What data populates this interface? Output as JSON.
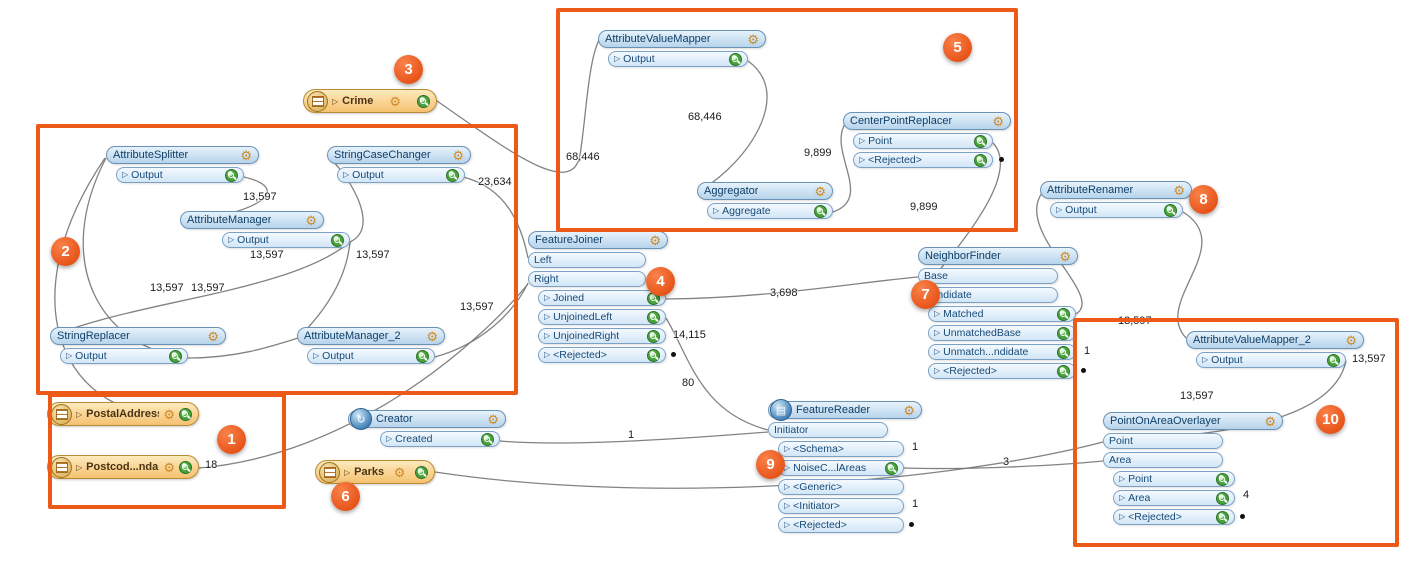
{
  "app": {
    "name": "FME Workbench workflow canvas"
  },
  "colors": {
    "annotation_orange": "#ed5a17",
    "node_blue": "#b7d4ec",
    "reader_orange": "#f5c170",
    "magnifier_green": "#49a33c",
    "gear_orange": "#cf8a28"
  },
  "badges": [
    "1",
    "2",
    "3",
    "4",
    "5",
    "6",
    "7",
    "8",
    "9",
    "10"
  ],
  "nodes": {
    "crime": {
      "title": "Crime"
    },
    "attribute_splitter": {
      "title": "AttributeSplitter",
      "ports": [
        "Output"
      ]
    },
    "string_case_changer": {
      "title": "StringCaseChanger",
      "ports": [
        "Output"
      ]
    },
    "attribute_manager": {
      "title": "AttributeManager",
      "ports": [
        "Output"
      ]
    },
    "string_replacer": {
      "title": "StringReplacer",
      "ports": [
        "Output"
      ]
    },
    "attribute_manager_2": {
      "title": "AttributeManager_2",
      "ports": [
        "Output"
      ]
    },
    "postal_address": {
      "title": "PostalAddress"
    },
    "postcode_boundaries": {
      "title": "Postcod...ndaries"
    },
    "creator": {
      "title": "Creator",
      "ports": [
        "Created"
      ]
    },
    "parks": {
      "title": "Parks"
    },
    "feature_joiner": {
      "title": "FeatureJoiner",
      "ports": [
        "Left",
        "Right",
        "Joined",
        "UnjoinedLeft",
        "UnjoinedRight",
        "<Rejected>"
      ]
    },
    "attribute_value_mapper": {
      "title": "AttributeValueMapper",
      "ports": [
        "Output"
      ]
    },
    "aggregator": {
      "title": "Aggregator",
      "ports": [
        "Aggregate"
      ]
    },
    "center_point_replacer": {
      "title": "CenterPointReplacer",
      "ports": [
        "Point",
        "<Rejected>"
      ]
    },
    "neighbor_finder": {
      "title": "NeighborFinder",
      "ports": [
        "Base",
        "Candidate",
        "Matched",
        "UnmatchedBase",
        "Unmatch...ndidate",
        "<Rejected>"
      ]
    },
    "attribute_renamer": {
      "title": "AttributeRenamer",
      "ports": [
        "Output"
      ]
    },
    "attribute_value_mapper_2": {
      "title": "AttributeValueMapper_2",
      "ports": [
        "Output"
      ]
    },
    "point_on_area_overlayer": {
      "title": "PointOnAreaOverlayer",
      "ports": [
        "Point",
        "Area",
        "Point",
        "Area",
        "<Rejected>"
      ]
    },
    "feature_reader": {
      "title": "FeatureReader",
      "ports": [
        "Initiator",
        "<Schema>",
        "NoiseC...lAreas",
        "<Generic>",
        "<Initiator>",
        "<Rejected>"
      ]
    }
  },
  "labels": [
    {
      "text": "23,634"
    },
    {
      "text": "13,597"
    },
    {
      "text": "13,597"
    },
    {
      "text": "13,597"
    },
    {
      "text": "13,597"
    },
    {
      "text": "13,597"
    },
    {
      "text": "13,597"
    },
    {
      "text": "68,446"
    },
    {
      "text": "68,446"
    },
    {
      "text": "9,899"
    },
    {
      "text": "9,899"
    },
    {
      "text": "3,698"
    },
    {
      "text": "14,115"
    },
    {
      "text": "80"
    },
    {
      "text": "1"
    },
    {
      "text": "1"
    },
    {
      "text": "13,597"
    },
    {
      "text": "13,597"
    },
    {
      "text": "13,597"
    },
    {
      "text": "1"
    },
    {
      "text": "3"
    },
    {
      "text": "1"
    },
    {
      "text": "4"
    },
    {
      "text": "18"
    }
  ]
}
